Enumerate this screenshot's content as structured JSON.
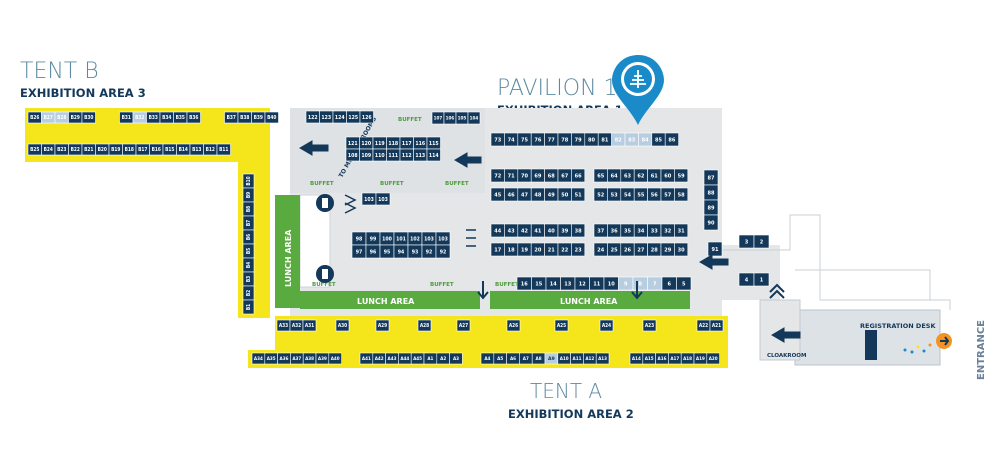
{
  "labels": {
    "tent_b": "TENT B",
    "exhibition_area_3": "EXHIBITION AREA 3",
    "pavilion_10": "PAVILION 10",
    "exhibition_area_1": "EXHIBITION AREA 1",
    "tent_a": "TENT A",
    "exhibition_area_2": "EXHIBITION AREA 2",
    "entrance": "ENTRANCE",
    "registration_desk": "REGISTRATION DESK",
    "cloakroom": "CLOAKROOM",
    "lunch_area_1": "LUNCH AREA",
    "lunch_area_2": "LUNCH AREA",
    "lunch_area_vertical": "LUNCH AREA",
    "to_meeting_rooms": "TO MEETING ROOMS",
    "buffet": "BUFFET"
  },
  "booths": {
    "tent_b_top": [
      "B26",
      "B27",
      "B28",
      "B29",
      "B30",
      "",
      "B31",
      "B32",
      "B33",
      "B34",
      "B35",
      "B36",
      "",
      "B37",
      "B38",
      "B39",
      "B40"
    ],
    "tent_b_bottom": [
      "B25",
      "B24",
      "B23",
      "B22",
      "B21",
      "B20",
      "B19",
      "B18",
      "B17",
      "B16",
      "B15",
      "B14",
      "B13",
      "B12",
      "B11"
    ],
    "tent_b_vertical": [
      "B10",
      "B9",
      "B8",
      "B7",
      "B6",
      "B5",
      "B4",
      "B3",
      "B2",
      "B1"
    ],
    "meeting_top": [
      "122",
      "123",
      "124",
      "125",
      "126"
    ],
    "meeting_top_right": [
      "107",
      "106",
      "105",
      "104"
    ],
    "meeting_row1": [
      "121",
      "120",
      "119",
      "118",
      "117",
      "116",
      "115"
    ],
    "meeting_row2": [
      "108",
      "109",
      "110",
      "111",
      "112",
      "113",
      "114"
    ],
    "small_pair": [
      "103",
      "103"
    ],
    "center_row1": [
      "98",
      "99",
      "100",
      "101",
      "102",
      "103",
      "103"
    ],
    "center_row2": [
      "97",
      "96",
      "95",
      "94",
      "93",
      "92",
      "92"
    ],
    "pav_top": [
      "73",
      "74",
      "75",
      "76",
      "77",
      "78",
      "79",
      "80",
      "81",
      "82",
      "83",
      "84",
      "85",
      "86"
    ],
    "pav_r1_left": [
      "72",
      "71",
      "70",
      "69",
      "68",
      "67",
      "66"
    ],
    "pav_r1_right": [
      "65",
      "64",
      "63",
      "62",
      "61",
      "60",
      "59"
    ],
    "pav_r2_left": [
      "45",
      "46",
      "47",
      "48",
      "49",
      "50",
      "51"
    ],
    "pav_r2_right": [
      "52",
      "53",
      "54",
      "55",
      "56",
      "57",
      "58"
    ],
    "pav_r3_left": [
      "44",
      "43",
      "42",
      "41",
      "40",
      "39",
      "38"
    ],
    "pav_r3_right": [
      "37",
      "36",
      "35",
      "34",
      "33",
      "32",
      "31"
    ],
    "pav_r4_left": [
      "17",
      "18",
      "19",
      "20",
      "21",
      "22",
      "23"
    ],
    "pav_r4_right": [
      "24",
      "25",
      "26",
      "27",
      "28",
      "29",
      "30"
    ],
    "pav_right_col": [
      "87",
      "88",
      "89",
      "90"
    ],
    "pav_right_extra": [
      "91"
    ],
    "pav_bottom": [
      "16",
      "15",
      "14",
      "13",
      "12",
      "11",
      "10",
      "9",
      "8",
      "7",
      "6",
      "5"
    ],
    "pav_corner_top": [
      "3",
      "2"
    ],
    "pav_corner_bottom": [
      "4",
      "1"
    ],
    "tent_a_top": [
      "A33",
      "A32",
      "A31",
      "A30",
      "A29",
      "A28",
      "A27",
      "A26",
      "A25",
      "A24",
      "A23",
      "A22",
      "A21"
    ],
    "tent_a_bottom_1": [
      "A34",
      "A35",
      "A36",
      "A37",
      "A38",
      "A39",
      "A40"
    ],
    "tent_a_bottom_2": [
      "A41",
      "A42",
      "A43",
      "A44",
      "A45",
      "A1",
      "A2",
      "A3"
    ],
    "tent_a_bottom_3": [
      "A4",
      "A5",
      "A6",
      "A7",
      "A8",
      "A9",
      "A10",
      "A11",
      "A12",
      "A13"
    ],
    "tent_a_bottom_4": [
      "A14",
      "A15",
      "A16",
      "A17",
      "A18",
      "A19",
      "A20"
    ]
  },
  "colors": {
    "yellow": "#f4e61a",
    "navy": "#13385a",
    "light_blue": "#b7cde0",
    "green": "#5aab3f",
    "gray_floor": "#e4e6e8",
    "orange": "#f39422",
    "pin_blue": "#1a8ac8"
  },
  "icons": {
    "pin": "location-pin-icon",
    "arrow": "arrow-icon",
    "restroom": "restroom-icon",
    "entrance_arrow": "entrance-arrow-icon"
  }
}
